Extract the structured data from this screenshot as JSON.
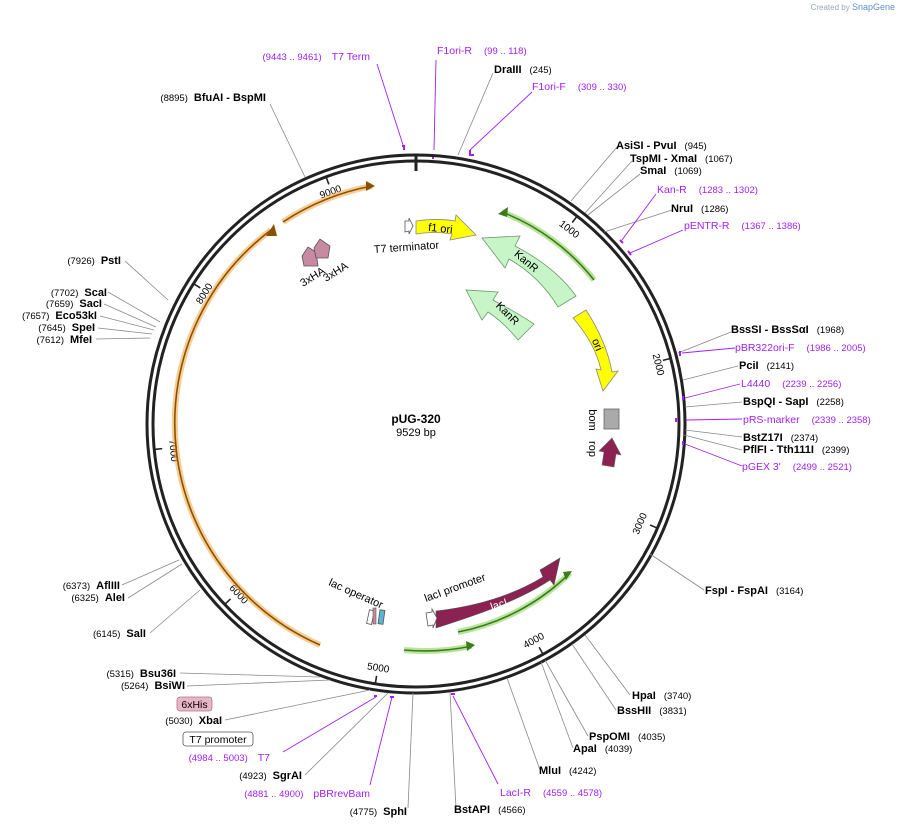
{
  "credit": {
    "prefix": "Created by",
    "brand": "SnapGene"
  },
  "plasmid": {
    "name": "pUG-320",
    "length_label": "9529 bp",
    "length": 9529
  },
  "colors": {
    "primer": "#a020f0",
    "orange": "#f2a33a",
    "green": "#6ab04c",
    "kan": "#c8f5c8",
    "yellow": "#ffff00",
    "maroon": "#8b2252",
    "pink": "#c88aa0"
  },
  "ticks": [
    "1000",
    "2000",
    "3000",
    "4000",
    "5000",
    "6000",
    "7000",
    "8000",
    "9000"
  ],
  "enzymes": [
    {
      "name": "DraIII",
      "pos": "(245)"
    },
    {
      "name": "AsiSI - PvuI",
      "pos": "(945)"
    },
    {
      "name": "TspMI - XmaI",
      "pos": "(1067)"
    },
    {
      "name": "SmaI",
      "pos": "(1069)"
    },
    {
      "name": "NruI",
      "pos": "(1286)"
    },
    {
      "name": "BssSI - BssSαI",
      "pos": "(1968)"
    },
    {
      "name": "PciI",
      "pos": "(2141)"
    },
    {
      "name": "BspQI - SapI",
      "pos": "(2258)"
    },
    {
      "name": "BstZ17I",
      "pos": "(2374)"
    },
    {
      "name": "PflFI - Tth111I",
      "pos": "(2399)"
    },
    {
      "name": "FspI - FspAI",
      "pos": "(3164)"
    },
    {
      "name": "HpaI",
      "pos": "(3740)"
    },
    {
      "name": "BssHII",
      "pos": "(3831)"
    },
    {
      "name": "PspOMI",
      "pos": "(4035)"
    },
    {
      "name": "ApaI",
      "pos": "(4039)"
    },
    {
      "name": "MluI",
      "pos": "(4242)"
    },
    {
      "name": "BstAPI",
      "pos": "(4566)"
    },
    {
      "name": "SphI",
      "pos": "(4775)"
    },
    {
      "name": "SgrAI",
      "pos": "(4923)"
    },
    {
      "name": "XbaI",
      "pos": "(5030)"
    },
    {
      "name": "BsiWI",
      "pos": "(5264)"
    },
    {
      "name": "Bsu36I",
      "pos": "(5315)"
    },
    {
      "name": "SalI",
      "pos": "(6145)"
    },
    {
      "name": "AleI",
      "pos": "(6325)"
    },
    {
      "name": "AflIII",
      "pos": "(6373)"
    },
    {
      "name": "MfeI",
      "pos": "(7612)"
    },
    {
      "name": "SpeI",
      "pos": "(7645)"
    },
    {
      "name": "Eco53kI",
      "pos": "(7657)"
    },
    {
      "name": "SacI",
      "pos": "(7659)"
    },
    {
      "name": "ScaI",
      "pos": "(7702)"
    },
    {
      "name": "PstI",
      "pos": "(7926)"
    },
    {
      "name": "BfuAI - BspMI",
      "pos": "(8895)"
    }
  ],
  "primers": [
    {
      "name": "T7 Term",
      "pos": "(9443 .. 9461)"
    },
    {
      "name": "F1ori-R",
      "pos": "(99 .. 118)"
    },
    {
      "name": "F1ori-F",
      "pos": "(309 .. 330)"
    },
    {
      "name": "Kan-R",
      "pos": "(1283 .. 1302)"
    },
    {
      "name": "pENTR-R",
      "pos": "(1367 .. 1386)"
    },
    {
      "name": "pBR322ori-F",
      "pos": "(1986 .. 2005)"
    },
    {
      "name": "L4440",
      "pos": "(2239 .. 2256)"
    },
    {
      "name": "pRS-marker",
      "pos": "(2339 .. 2358)"
    },
    {
      "name": "pGEX 3'",
      "pos": "(2499 .. 2521)"
    },
    {
      "name": "LacI-R",
      "pos": "(4559 .. 4578)"
    },
    {
      "name": "pBRrevBam",
      "pos": "(4881 .. 4900)"
    },
    {
      "name": "T7",
      "pos": "(4984 .. 5003)"
    }
  ],
  "features": {
    "f1_ori": "f1 ori",
    "kanr1": "KanR",
    "kanr2": "KanR",
    "ori": "ori",
    "bom": "bom",
    "rop": "rop",
    "laci": "lacI",
    "laci_promoter": "lacI promoter",
    "lac_operator": "lac operator",
    "t7_terminator": "T7 terminator",
    "ha1": "3xHA",
    "ha2": "3xHA",
    "his_tag": "6xHis",
    "t7_promoter": "T7 promoter"
  }
}
